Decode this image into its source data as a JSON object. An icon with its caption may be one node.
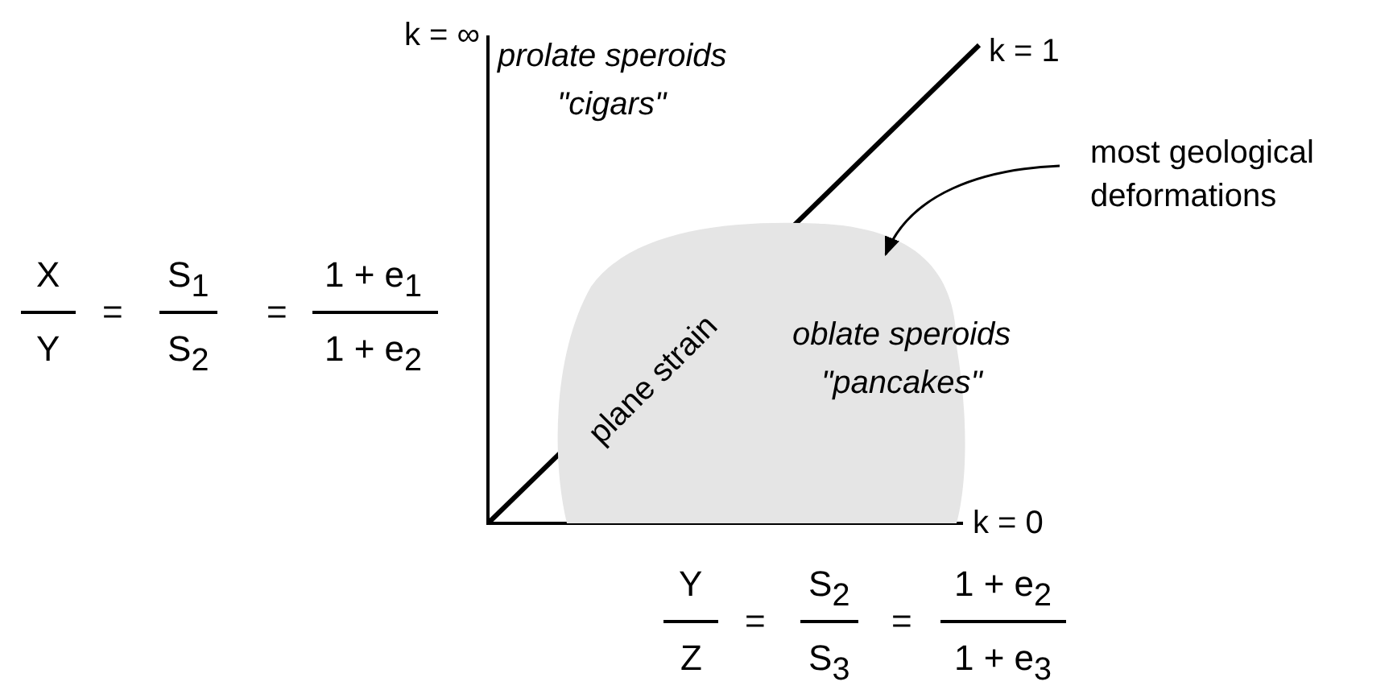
{
  "diagram": {
    "nodes": [
      {
        "text": [
          "most geological deformations"
        ]
      },
      {
        "text": [],
        "shape": "blob"
      }
    ],
    "edges": [
      {
        "from": 0,
        "to": 1,
        "arrow": "to"
      }
    ],
    "labels": [
      "k = ∞",
      "prolate speroids",
      "\"cigars\"",
      "k = 1",
      "X",
      "=",
      "S$_{1}$",
      "=",
      "1 + e$_{1}$",
      "Y",
      "S$_{2}$",
      "1 + e$_{2}$",
      "plane strain",
      "oblate speroids",
      "\"pancakes\"",
      "k = 0",
      "Y",
      "=",
      "S$_{2}$",
      "=",
      "1 + e$_{2}$",
      "Z",
      "S$_{3}$",
      "1 + e$_{3}$"
    ]
  }
}
